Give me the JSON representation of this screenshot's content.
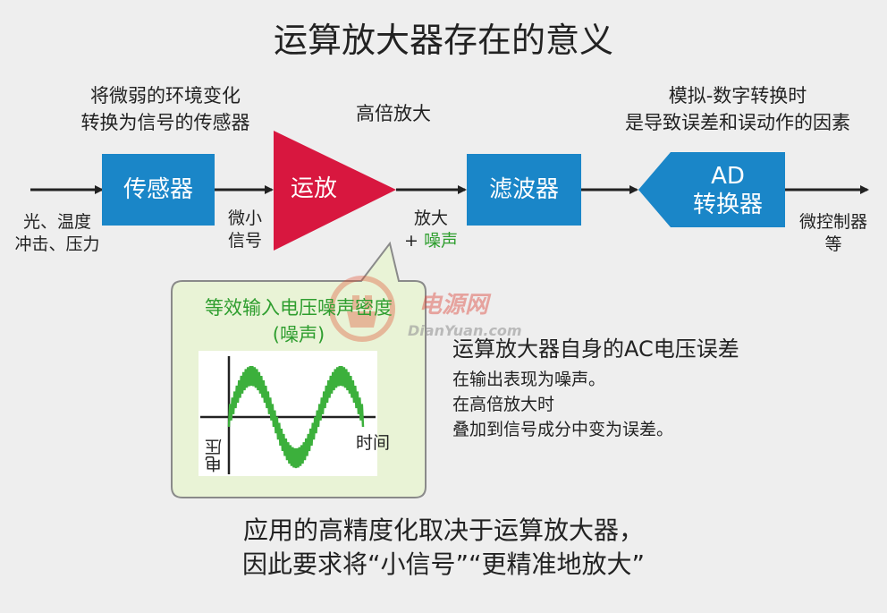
{
  "title": "运算放大器存在的意义",
  "sensor_caption": [
    "将微弱的环境变化",
    "转换为信号的传感器"
  ],
  "amp_caption": "高倍放大",
  "adc_caption": [
    "模拟-数字转换时",
    "是导致误差和误动作的因素"
  ],
  "blocks": {
    "sensor": "传感器",
    "opamp": "运放",
    "filter": "滤波器",
    "adc": [
      "AD",
      "转换器"
    ]
  },
  "input_label": [
    "光、温度",
    "冲击、压力"
  ],
  "small_signal_label": [
    "微小",
    "信号"
  ],
  "amp_output_label": {
    "line1": "放大",
    "prefix": "+ ",
    "noise": "噪声"
  },
  "mcu_label": [
    "微控制器",
    "等"
  ],
  "callout": {
    "title": "等效输入电压噪声密度",
    "subtitle": "(噪声)",
    "y_axis": "电压",
    "x_axis": "时间"
  },
  "note": {
    "main": "运算放大器自身的AC电压误差",
    "lines": [
      "在输出表现为噪声。",
      "在高倍放大时",
      "叠加到信号成分中变为误差。"
    ]
  },
  "conclusion": [
    "应用的高精度化取决于运算放大器，",
    "因此要求将“小信号”“更精准地放大”"
  ],
  "watermark": {
    "text": "电源网",
    "url": "DianYuan.com"
  },
  "colors": {
    "block_blue": "#1a86c8",
    "opamp_red": "#d8173f",
    "noise_green": "#3cb03c",
    "callout_bg": "#e9f3d6",
    "callout_border": "#8a8a8a"
  }
}
